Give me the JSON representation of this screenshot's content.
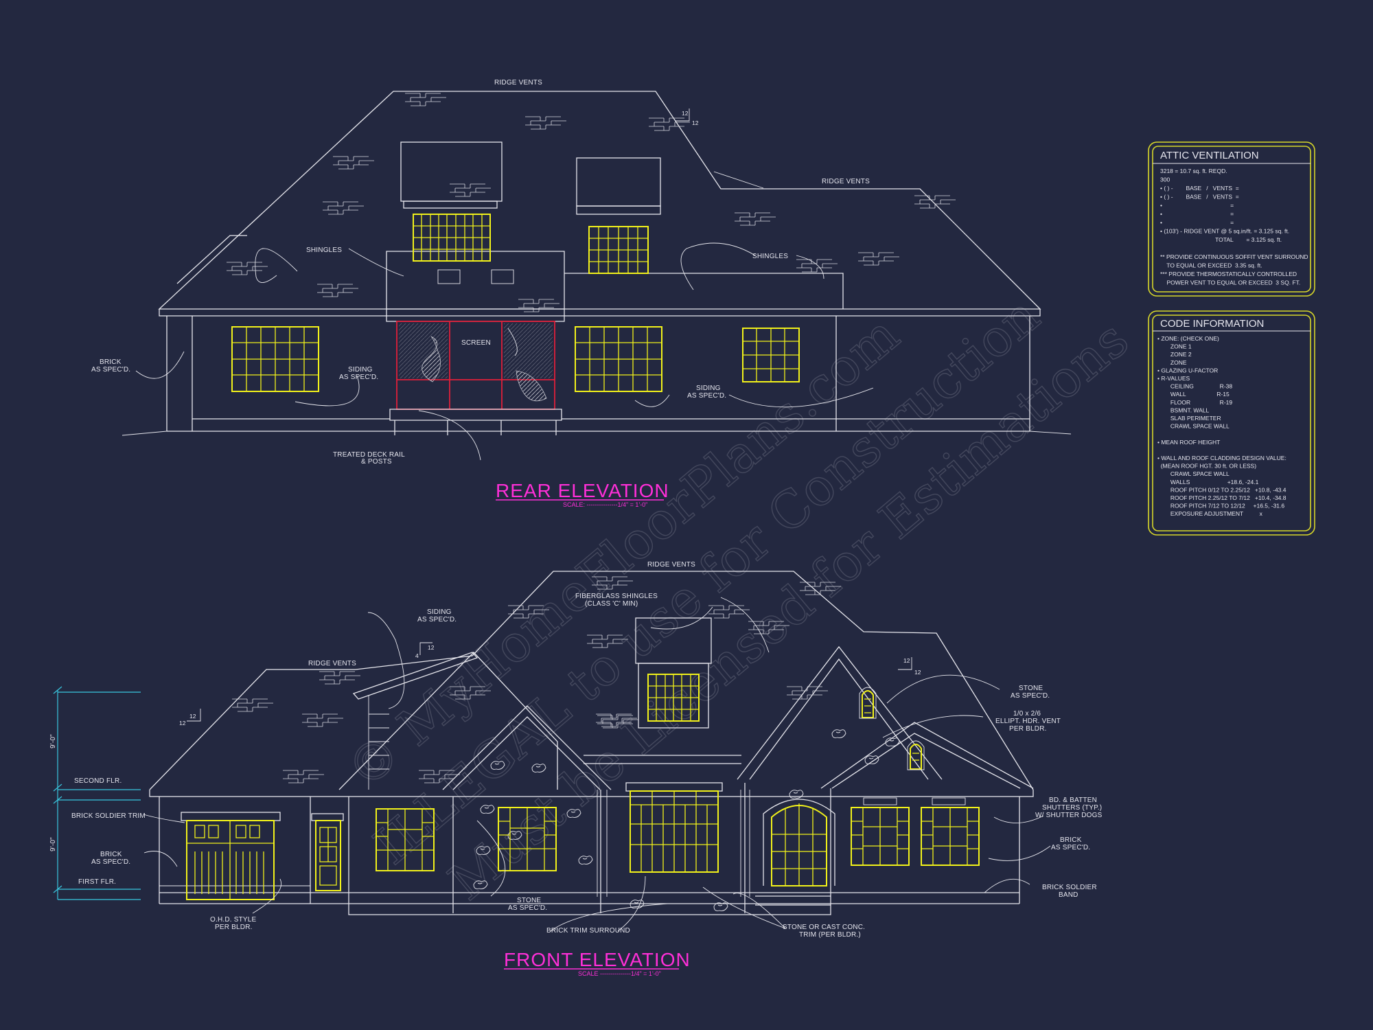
{
  "rear": {
    "title": "REAR ELEVATION",
    "scale": "SCALE: ---------------1/4\" = 1'-0\"",
    "labels": {
      "ridge_vents_top": "RIDGE VENTS",
      "ridge_vents_right": "RIDGE VENTS",
      "shingles_left": "SHINGLES",
      "shingles_right": "SHINGLES",
      "brick": [
        "BRICK",
        "AS SPEC'D."
      ],
      "siding_left": [
        "SIDING",
        "AS SPEC'D."
      ],
      "screen": "SCREEN",
      "siding_right": [
        "SIDING",
        "AS SPEC'D."
      ],
      "deck": [
        "TREATED DECK RAIL",
        "& POSTS"
      ],
      "pitch_run": "12",
      "pitch_rise": "12"
    }
  },
  "front": {
    "title": "FRONT ELEVATION",
    "scale": "SCALE ---------------1/4\" = 1'-0\"",
    "labels": {
      "ridge_vents_top": "RIDGE VENTS",
      "ridge_vents_left": "RIDGE VENTS",
      "fiberglass": [
        "FIBERGLASS SHINGLES",
        "(CLASS 'C' MIN)"
      ],
      "siding": [
        "SIDING",
        "AS SPEC'D."
      ],
      "pitch_a_run": "12",
      "pitch_a_rise": "4",
      "pitch_b_run": "12",
      "pitch_b_rise": "12",
      "pitch_c_run": "12",
      "pitch_c_rise": "12",
      "stone_top": [
        "STONE",
        "AS SPEC'D."
      ],
      "ellipt_vent": [
        "1/0 x 2/6",
        "ELLIPT. HDR. VENT",
        "PER BLDR."
      ],
      "second_flr": "SECOND FLR.",
      "first_flr": "FIRST FLR.",
      "dim_upper": "9'-0\"",
      "dim_lower": "9'-0\"",
      "brick_soldier_trim": "BRICK SOLDIER TRIM",
      "brick_left": [
        "BRICK",
        "AS SPEC'D."
      ],
      "bd_batten": [
        "BD. & BATTEN",
        "SHUTTERS (TYP.)",
        "W/ SHUTTER DOGS"
      ],
      "brick_right": [
        "BRICK",
        "AS SPEC'D."
      ],
      "brick_soldier_band": [
        "BRICK SOLDIER",
        "BAND"
      ],
      "ohd": [
        "O.H.D. STYLE",
        "PER BLDR."
      ],
      "stone_mid": [
        "STONE",
        "AS SPEC'D."
      ],
      "brick_trim_surround": "BRICK TRIM SURROUND",
      "stone_cast": [
        "STONE OR CAST CONC.",
        "TRIM (PER BLDR.)"
      ]
    }
  },
  "attic": {
    "title": "ATTIC VENTILATION",
    "lines": [
      "3218 = 10.7 sq. ft. REQD.",
      "300",
      "• ( ) -        BASE   /   VENTS  =",
      "• ( ) -        BASE   /   VENTS  =",
      "•                                          =",
      "•                                          =",
      "•                                          =",
      "• (103') - RIDGE VENT @ 5 sq.in/ft. = 3.125 sq. ft.",
      "                                  TOTAL        = 3.125 sq. ft.",
      "",
      "** PROVIDE CONTINUOUS SOFFIT VENT SURROUND",
      "    TO EQUAL OR EXCEED  3.35 sq. ft.",
      "*** PROVIDE THERMOSTATICALLY CONTROLLED",
      "    POWER VENT TO EQUAL OR EXCEED  3 SQ. FT."
    ]
  },
  "code": {
    "title": "CODE INFORMATION",
    "lines": [
      "• ZONE: (CHECK ONE)",
      "        ZONE 1",
      "        ZONE 2",
      "        ZONE",
      "• GLAZING U-FACTOR",
      "• R-VALUES",
      "        CEILING                R-38",
      "        WALL                   R-15",
      "        FLOOR                  R-19",
      "        BSMNT. WALL",
      "        SLAB PERIMETER",
      "        CRAWL SPACE WALL",
      "",
      "• MEAN ROOF HEIGHT",
      "",
      "• WALL AND ROOF CLADDING DESIGN VALUE:",
      "  (MEAN ROOF HGT. 30 ft. OR LESS)",
      "        CRAWL SPACE WALL",
      "        WALLS                       +18.6, -24.1",
      "        ROOF PITCH 0/12 TO 2.25/12   +10.8, -43.4",
      "        ROOF PITCH 2.25/12 TO 7/12   +10.4, -34.8",
      "        ROOF PITCH 7/12 TO 12/12     +16.5, -31.6",
      "        EXPOSURE ADJUSTMENT          x"
    ]
  },
  "watermark": {
    "line1": "© MyHomeFloorPlans.com",
    "line2": "ILLEGAL to use for Construction",
    "line3": "Must be Licensed for Estimations"
  },
  "colors": {
    "background": "#232840",
    "line": "#e8e8ee",
    "window": "#f2f21a",
    "title": "#ff2fd8",
    "screen": "#e0203a",
    "dimension": "#39c8e0",
    "frame": "#d8d82a"
  }
}
